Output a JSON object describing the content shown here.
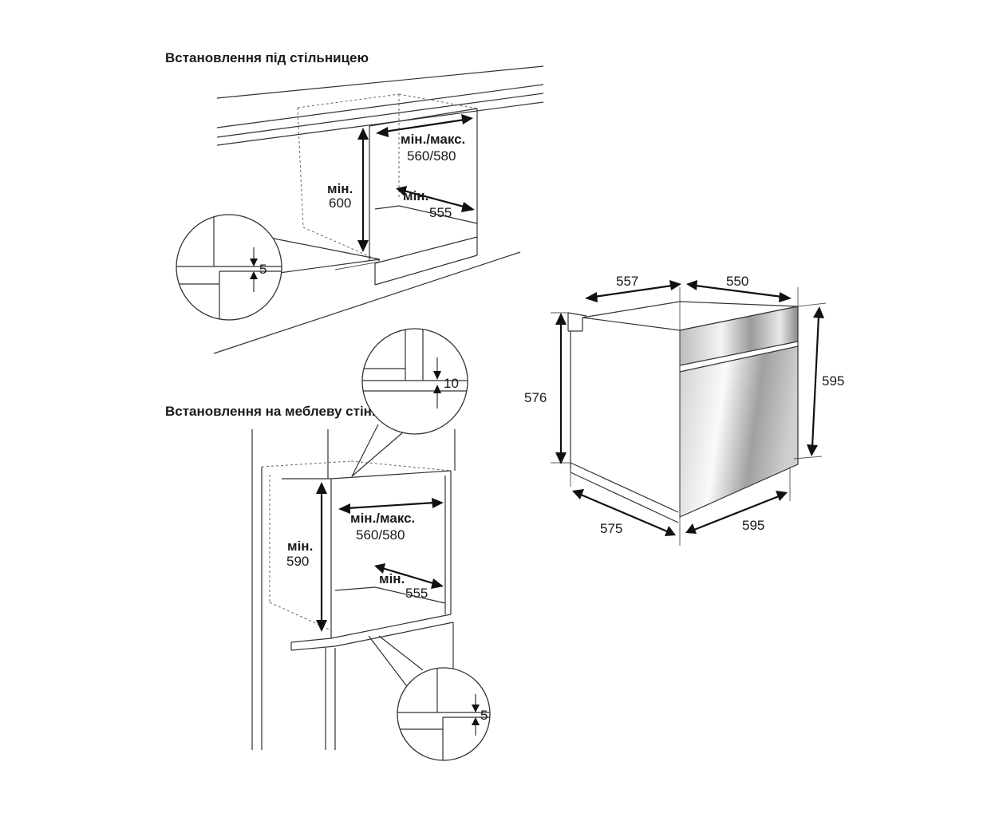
{
  "sections": {
    "countertop": {
      "title": "Встановлення під стільницею",
      "width_label": "мін./макс.",
      "width_value": "560/580",
      "height_label": "мін.",
      "height_value": "600",
      "depth_label": "мін.",
      "depth_value": "555",
      "gap_value": "5"
    },
    "wall": {
      "title": "Встановлення на меблеву стінку",
      "top_gap_value": "10",
      "width_label": "мін./макс.",
      "width_value": "560/580",
      "height_label": "мін.",
      "height_value": "590",
      "depth_label": "мін.",
      "depth_value": "555",
      "bottom_gap_value": "5"
    },
    "oven": {
      "dim_top_left": "557",
      "dim_top_right": "550",
      "dim_left_height": "576",
      "dim_right_height": "595",
      "dim_bottom_left": "575",
      "dim_bottom_right": "595"
    }
  },
  "colors": {
    "line": "#333333",
    "text": "#1a1a1a",
    "door_gradient_light": "#f5f5f5",
    "door_gradient_dark": "#8a8a8a"
  }
}
